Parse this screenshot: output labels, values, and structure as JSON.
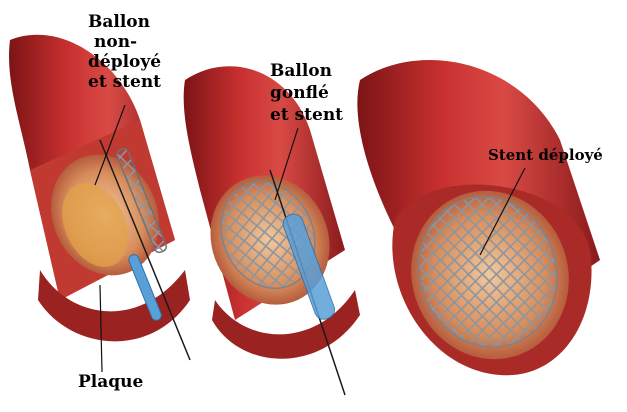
{
  "labels": {
    "stage1": {
      "line1": "Ballon",
      "line2": "non-",
      "line3": "déployé",
      "line4": "et stent"
    },
    "stage2": {
      "line1": "Ballon",
      "line2": "gonflé",
      "line3": "et stent"
    },
    "stage3": {
      "line1": "Stent déployé"
    },
    "plaque": "Plaque"
  },
  "colors": {
    "artery_outer": "#b8262a",
    "artery_dark": "#7c1416",
    "artery_inner": "#d56a5a",
    "plaque": "#e1a24a",
    "stent": "#9aa0a8",
    "catheter": "#5aa0d8"
  }
}
